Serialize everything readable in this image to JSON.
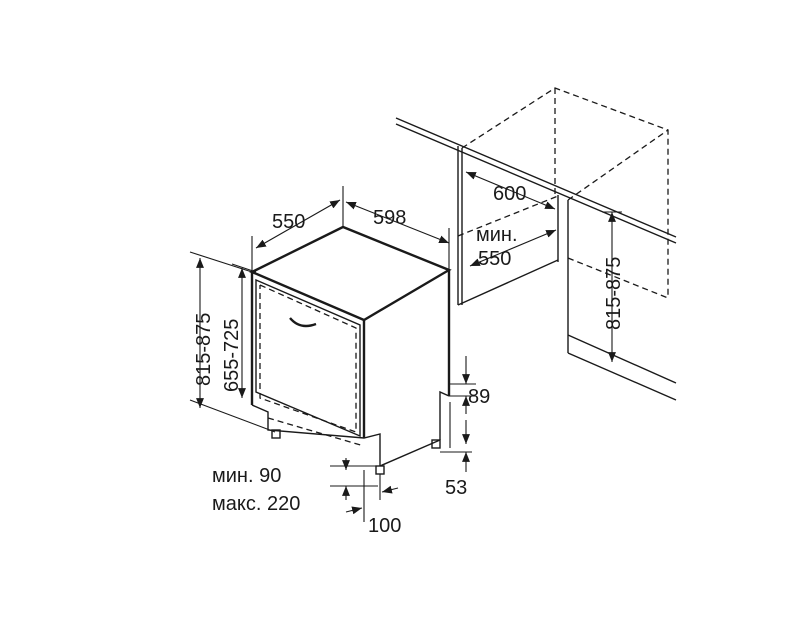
{
  "labels": {
    "depth": "550",
    "width": "598",
    "height_total": "815-875",
    "height_door": "655-725",
    "niche_width": "600",
    "niche_depth_min": "мин.",
    "niche_depth_val": "550",
    "niche_height": "815-875",
    "plinth_89": "89",
    "foot_53": "53",
    "plinth_min": "мин. 90",
    "plinth_max": "макс. 220",
    "plinth_100": "100"
  },
  "colors": {
    "line": "#1a1a1a",
    "background": "#ffffff"
  }
}
